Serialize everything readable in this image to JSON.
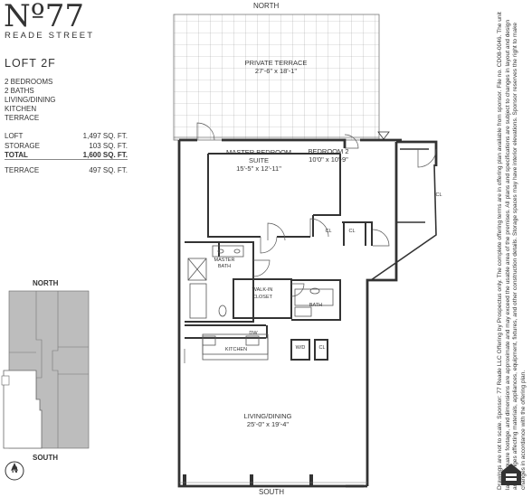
{
  "brand": {
    "logo_number": "Nº77",
    "logo_street": "READE STREET"
  },
  "unit": {
    "title": "LOFT 2F",
    "features": [
      "2 BEDROOMS",
      "2 BATHS",
      "LIVING/DINING",
      "KITCHEN",
      "TERRACE"
    ],
    "areas": [
      {
        "label": "LOFT",
        "value": "1,497 SQ. FT."
      },
      {
        "label": "STORAGE",
        "value": "103 SQ. FT."
      },
      {
        "label": "TOTAL",
        "value": "1,600 SQ. FT."
      }
    ],
    "terrace": {
      "label": "TERRACE",
      "value": "497 SQ. FT."
    }
  },
  "key_plan": {
    "north": "NORTH",
    "south": "SOUTH",
    "compass": "N",
    "fill_color": "#bdbdbd",
    "highlight_color": "#ffffff"
  },
  "plan": {
    "north": "NORTH",
    "south": "SOUTH",
    "rooms": {
      "terrace_name": "PRIVATE TERRACE",
      "terrace_dim": "27'-6\" x 18'-1\"",
      "master_name_1": "MASTER BEDROOM",
      "master_name_2": "SUITE",
      "master_dim": "15'-5\" x 12'-11\"",
      "bed2_name": "BEDROOM 2",
      "bed2_dim": "10'0\" x 10'-9\"",
      "master_bath_1": "MASTER",
      "master_bath_2": "BATH",
      "closet_1": "WALK-IN",
      "closet_2": "CLOSET",
      "bath": "BATH",
      "kitchen": "KITCHEN",
      "living_name": "LIVING/DINING",
      "living_dim": "25'-0\" x 19'-4\"",
      "cl": "CL",
      "wd": "W/D",
      "dw": "DW"
    }
  },
  "disclaimer": "Drawings are not to scale. Sponsor: 77 Reade LLC Offering by Prospectus only. The complete offering terms are in offering plan available from sponsor. File no. CD08-0046. The unit layout, square footage, and dimensions are approximate and may exceed the usable area of the premises. All plans and specifications are subject to changes in layout and design and changes affecting materials, appliances, equipment, fixtures, and other construction details. Storage spaces may have interior elevations. Sponsor reserves the right to make changes in accordance with the offering plan."
}
